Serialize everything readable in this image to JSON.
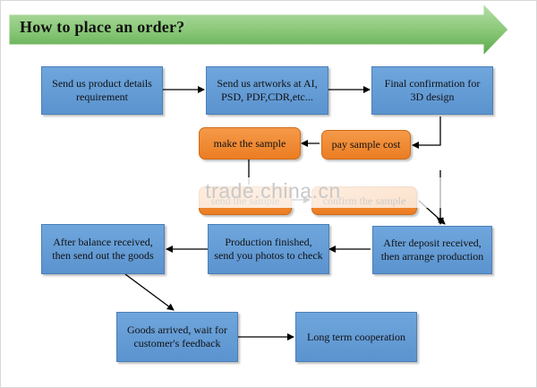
{
  "banner": {
    "title": "How to place an order?",
    "colors": {
      "fill": "#5aa84a",
      "light": "#a9d79a",
      "border": "#ffffff"
    }
  },
  "steps": {
    "product_details": "Send us product details requirement",
    "artworks": "Send us artworks at AI, PSD, PDF,CDR,etc...",
    "final_confirmation": "Final confirmation for 3D design",
    "pay_sample_cost": "pay sample cost",
    "make_sample": "make the sample",
    "send_sample": "send the sample",
    "confirm_sample": "confirm the sample",
    "deposit_received": "After deposit received, then arrange production",
    "production_finished": "Production finished, send you photos to check",
    "balance_received": "After balance received, then send out the goods",
    "goods_arrived": "Goods arrived, wait for customer's feedback",
    "long_term": "Long term cooperation"
  },
  "watermark": "trade.china.cn",
  "colors": {
    "step_box": "#6fa6dc",
    "sample_box": "#f08a35",
    "arrow": "#000000"
  }
}
